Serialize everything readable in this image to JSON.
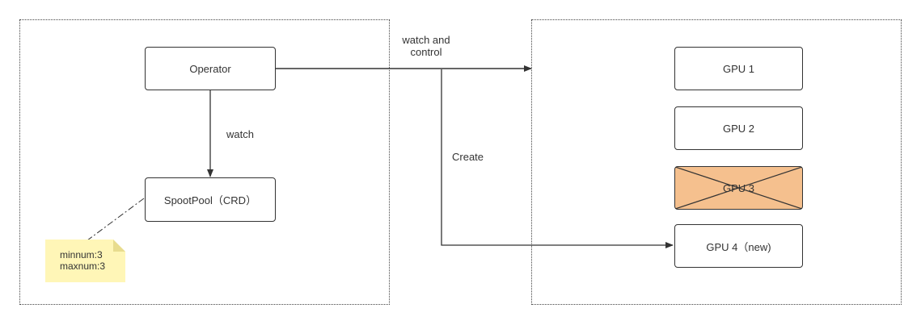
{
  "nodes": {
    "operator": "Operator",
    "spootpool": "SpootPool（CRD）",
    "gpu1": "GPU 1",
    "gpu2": "GPU 2",
    "gpu3": "GPU 3",
    "gpu4": "GPU 4（new)"
  },
  "edges": {
    "watch": "watch",
    "watch_control_line1": "watch and",
    "watch_control_line2": "control",
    "create": "Create"
  },
  "note": {
    "line1": "minnum:3",
    "line2": "maxnum:3"
  },
  "colors": {
    "removed_fill": "#f5c08e",
    "note_fill": "#fff6b7",
    "line": "#333333"
  }
}
